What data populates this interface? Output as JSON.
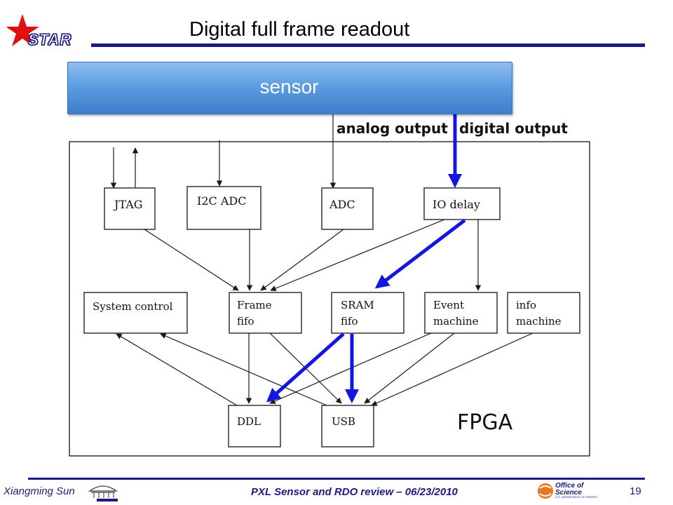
{
  "slide": {
    "title": "Digital full frame readout",
    "logo_text": "STAR",
    "sensor_label": "sensor"
  },
  "diagram": {
    "output_labels": {
      "analog": "analog output",
      "digital": "digital output"
    },
    "container_label": "FPGA",
    "blocks": {
      "jtag": [
        "JTAG"
      ],
      "i2c_adc": [
        "I2C ADC"
      ],
      "adc": [
        "ADC"
      ],
      "io_delay": [
        "IO delay"
      ],
      "system_control": [
        "System control"
      ],
      "frame_fifo": [
        "Frame",
        "fifo"
      ],
      "sram_fifo": [
        "SRAM",
        "fifo"
      ],
      "event_machine": [
        "Event",
        "machine"
      ],
      "info_machine": [
        "info",
        "machine"
      ],
      "ddl": [
        "DDL"
      ],
      "usb": [
        "USB"
      ]
    },
    "colors": {
      "arrow": "#1a1a1a",
      "digital_path": "#1515e0",
      "block_border": "#333333"
    }
  },
  "footer": {
    "author": "Xiangming Sun",
    "event": "PXL Sensor and RDO review – 06/23/2010",
    "page_number": "19",
    "doe_logo_text": [
      "Office of",
      "Science"
    ],
    "doe_small_text": "U.S. DEPARTMENT OF ENERGY"
  }
}
